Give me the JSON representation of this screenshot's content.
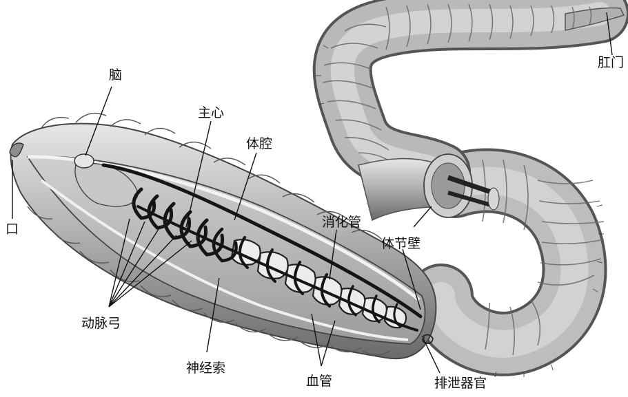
{
  "labels": {
    "mouth": "口",
    "brain": "脑",
    "main_heart": "主心",
    "coelom": "体腔",
    "digestive_tract": "消化管",
    "body_wall": "体节壁",
    "anus": "肛门",
    "aortic_arches": "动脉弓",
    "nerve_cord": "神经索",
    "blood_vessel": "血管",
    "excretory_organ": "排泄器官"
  },
  "colors": {
    "ink": "#111111",
    "body_light": "#d9d9d9",
    "body_mid": "#a8a8a8",
    "body_dark": "#6e6e6e",
    "cavity": "#bcbcbc",
    "vessel": "#151515",
    "gut": "#e8e8e8"
  }
}
